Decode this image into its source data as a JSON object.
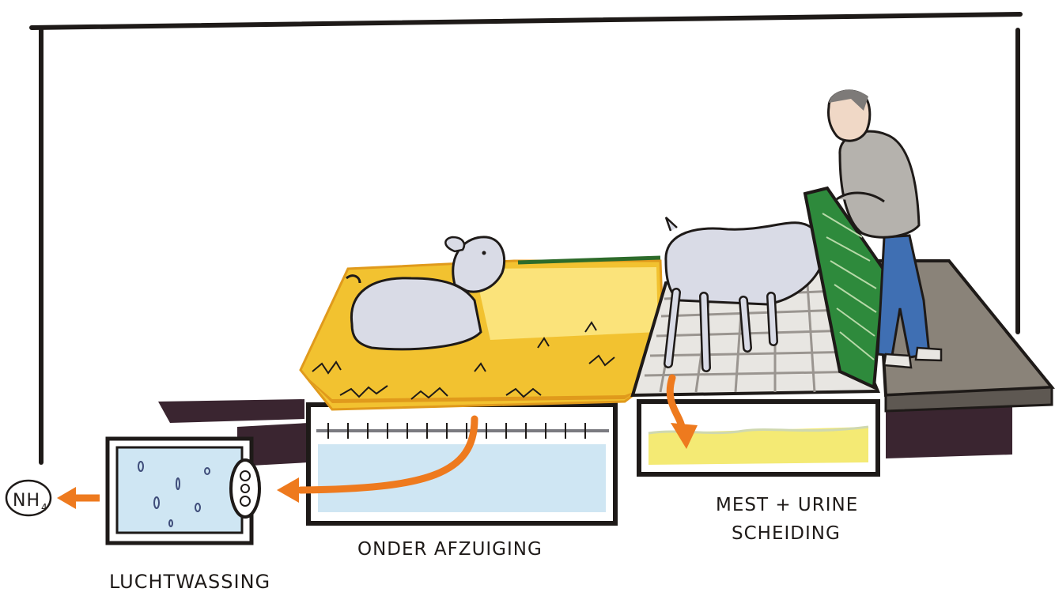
{
  "labels": {
    "nh": "NH",
    "nh_sub": "4",
    "luchtwassing": "LUCHTWASSING",
    "onder_afzuiging": "ONDER AFZUIGING",
    "mest_urine_line1": "MEST + URINE",
    "mest_urine_line2": "SCHEIDING"
  },
  "colors": {
    "outline": "#1e1a18",
    "straw": "#f2c230",
    "straw_dark": "#e09a1c",
    "arrow": "#ee7a1e",
    "water": "#cfe6f3",
    "slurry": "#f4ea74",
    "floor": "#8a8379",
    "shadow": "#3a2530",
    "grid": "#9a9590",
    "green_panel": "#2e8a3c",
    "goat": "#d9dbe6",
    "jeans": "#3f6fb3",
    "sweater": "#b5b2ad"
  }
}
